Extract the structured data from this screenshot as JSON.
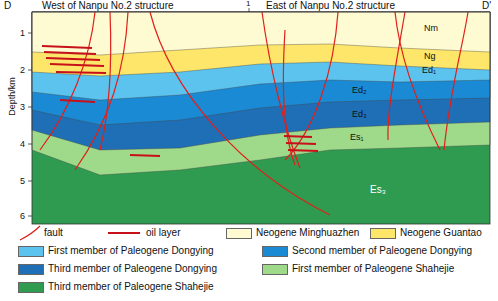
{
  "diagram": {
    "labels": [
      "D",
      "West of Nanpu No.2 structure",
      "1",
      "East of Nanpu No.2 structure",
      "D'",
      "Depth/km",
      "1",
      "2",
      "3",
      "4",
      "5",
      "6",
      "Nm",
      "Ng",
      "Ed₁",
      "Ed₂",
      "Ed₃",
      "Es₁",
      "Es₃"
    ],
    "legend": [
      {
        "text": "fault"
      },
      {
        "text": "oil layer"
      },
      {
        "text": "Neogene Minghuazhen",
        "color": "#fefbd2"
      },
      {
        "text": "Neogene Guantao",
        "color": "#fde66a"
      },
      {
        "text": "First member of Paleogene Dongying",
        "color": "#5cc3ef"
      },
      {
        "text": "Second member of Paleogene Dongying",
        "color": "#1a8ad4"
      },
      {
        "text": "Third member of Paleogene Dongying",
        "color": "#1f6fb6"
      },
      {
        "text": "First member of Paleogene Shahejie",
        "color": "#9fd98a"
      },
      {
        "text": "Third member of Paleogene Shahejie",
        "color": "#2f9b50"
      }
    ]
  }
}
